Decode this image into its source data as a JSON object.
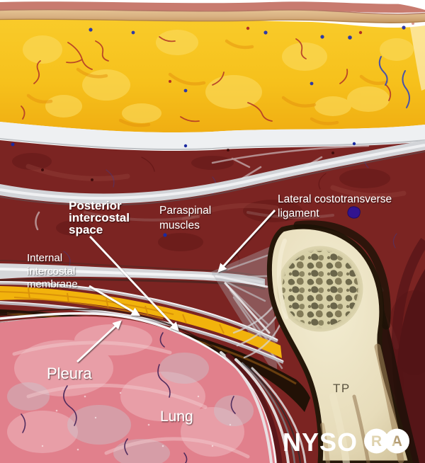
{
  "illustration": {
    "labels": {
      "posterior_l1": "Posterior",
      "posterior_l2": "intercostal",
      "posterior_l3": "space",
      "paraspinal_l1": "Paraspinal",
      "paraspinal_l2": "muscles",
      "lateral_l1": "Lateral costotransverse",
      "lateral_l2": "ligament",
      "internal_l1": "Internal",
      "internal_l2": "intercostal",
      "internal_l3": "membrane",
      "pleura": "Pleura",
      "lung": "Lung",
      "tp": "TP"
    },
    "logo": {
      "nyso": "NYSO",
      "r": "R",
      "a": "A"
    },
    "colors": {
      "background": "#ffffff",
      "skin": "#c87b6f",
      "dermis_tan": "#d9b283",
      "subcutaneous_fat": "#f6c11c",
      "muscle": "#7b2422",
      "fascia": "#d6d7da",
      "intercostal_fat_streak": "#f2b30c",
      "deep_space_dark": "#221106",
      "pleura_line": "#f5f5f7",
      "lung": "#e1808c",
      "bone_cortex": "#ece4c4",
      "trabecular_bone": "#6f6a4c",
      "label_text": "#ffffff",
      "tp_text": "#5b533f",
      "logo_white": "#ffffff"
    }
  }
}
